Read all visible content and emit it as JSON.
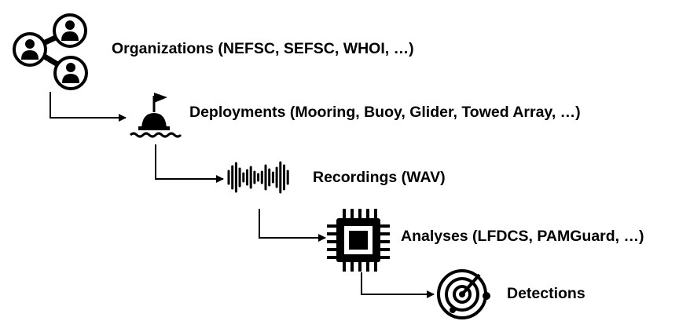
{
  "colors": {
    "ink": "#000000",
    "background": "#ffffff"
  },
  "steps": [
    {
      "icon": "organization-network-icon",
      "label": "Organizations (NEFSC, SEFSC, WHOI, …)"
    },
    {
      "icon": "buoy-flag-icon",
      "label": "Deployments (Mooring, Buoy, Glider, Towed Array, …)"
    },
    {
      "icon": "waveform-icon",
      "label": "Recordings (WAV)"
    },
    {
      "icon": "processor-chip-icon",
      "label": "Analyses (LFDCS, PAMGuard, …)"
    },
    {
      "icon": "radar-icon",
      "label": "Detections"
    }
  ]
}
